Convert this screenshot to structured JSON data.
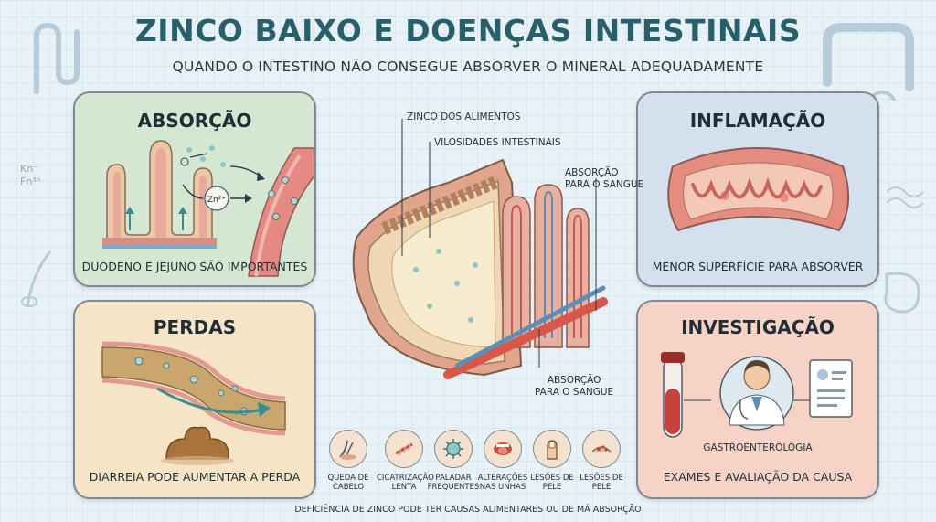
{
  "header": {
    "title": "ZINCO BAIXO E DOENÇAS INTESTINAIS",
    "subtitle": "QUANDO O INTESTINO NÃO CONSEGUE ABSORVER O MINERAL ADEQUADAMENTE"
  },
  "panels": {
    "absorcao": {
      "title": "ABSORÇÃO",
      "caption": "DUODENO E JEJUNO SÃO IMPORTANTES",
      "zn_label": "Zn²⁺"
    },
    "inflamacao": {
      "title": "INFLAMAÇÃO",
      "caption": "MENOR SUPERFÍCIE PARA ABSORVER"
    },
    "perdas": {
      "title": "PERDAS",
      "caption": "DIARREIA PODE AUMENTAR A PERDA"
    },
    "investigacao": {
      "title": "INVESTIGAÇÃO",
      "specialty": "GASTROENTEROLOGIA",
      "caption": "EXAMES E AVALIAÇÃO DA CAUSA"
    }
  },
  "center": {
    "labels": {
      "zinco_alimentos": "ZINCO DOS ALIMENTOS",
      "vilosidades": "VILOSIDADES INTESTINAIS",
      "absorcao_sangue_top": "ABSORÇÃO\nPARA O SANGUE",
      "absorcao_sangue_bottom": "ABSORÇÃO\nPARA O SANGUE"
    }
  },
  "symptoms": [
    {
      "label": "QUEDA DE CABELO",
      "icon": "hair-icon"
    },
    {
      "label": "CICATRIZAÇÃO LENTA",
      "icon": "wound-icon"
    },
    {
      "label": "PALADAR FREQUENTES",
      "icon": "virus-icon"
    },
    {
      "label": "ALTERAÇÕES NAS UNHAS",
      "icon": "mouth-icon"
    },
    {
      "label": "LESÕES DE PELE",
      "icon": "nail-icon"
    }
  ],
  "decor": {
    "formula_top": "Kn⁻",
    "formula_bottom": "Fn³⁺"
  },
  "footer": "DEFICIÊNCIA DE ZINCO PODE TER CAUSAS ALIMENTARES OU DE MÁ ABSORÇÃO",
  "colors": {
    "title": "#27606a",
    "absorcao_bg": "#d5e7d3",
    "inflamacao_bg": "#d5e0ee",
    "perdas_bg": "#f5e4c6",
    "investigacao_bg": "#f6d3c6"
  }
}
